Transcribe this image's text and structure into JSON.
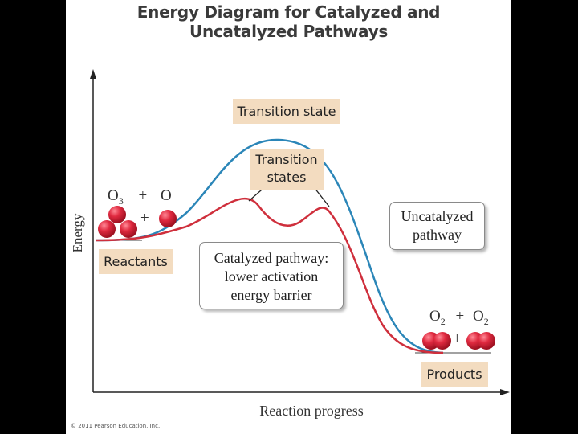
{
  "title": {
    "line1": "Energy Diagram for Catalyzed and",
    "line2": "Uncatalyzed Pathways"
  },
  "axes": {
    "ylabel": "Energy",
    "xlabel": "Reaction progress"
  },
  "labels": {
    "transition_state": "Transition state",
    "transition_states_line1": "Transition",
    "transition_states_line2": "states",
    "reactants": "Reactants",
    "products": "Products",
    "uncatalyzed_line1": "Uncatalyzed",
    "uncatalyzed_line2": "pathway",
    "catalyzed_line1": "Catalyzed pathway:",
    "catalyzed_line2": "lower activation",
    "catalyzed_line3": "energy barrier"
  },
  "reactant_formula": {
    "o3": "O",
    "o3_sub": "3",
    "plus": "+",
    "o": "O",
    "plus2": "+"
  },
  "product_formula": {
    "o2a": "O",
    "o2a_sub": "2",
    "plus": "+",
    "o2b": "O",
    "o2b_sub": "2",
    "plus2": "+"
  },
  "colors": {
    "uncatalyzed": "#2b86b8",
    "catalyzed": "#cf2f3c",
    "label_bg": "#f3dcc0",
    "molecule": "#d8243a"
  },
  "copyright": "© 2011 Pearson Education, Inc."
}
